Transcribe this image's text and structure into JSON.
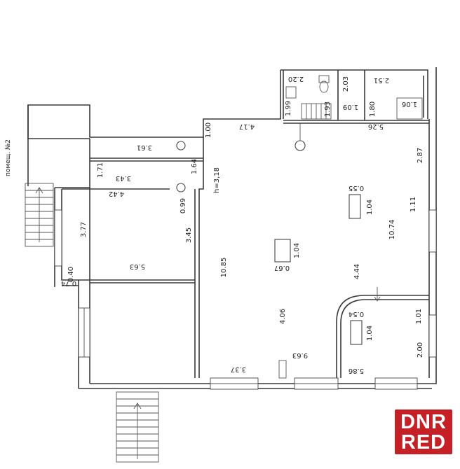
{
  "plan": {
    "side_label": "помещ. №2",
    "ceiling_height": "h=3,18",
    "dimensions": {
      "wc_width": "2.20",
      "wc_depth": "1.99",
      "stair_small": "1.93",
      "room_small_a": "2.03",
      "room_small_b": "2.51",
      "small_1": "1.09",
      "small_2": "1.80",
      "small_3": "1.06",
      "top_wall": "4.17",
      "top_right": "5.26",
      "left_strip": "3.61",
      "top_gap": "1.00",
      "lobby_width": "3.43",
      "lobby_side": "1.71",
      "room_width_top": "4.42",
      "room_height": "3.77",
      "room_corner": "0.99",
      "room_side": "3.45",
      "room_width_bottom": "5.63",
      "corner_a": "0.40",
      "corner_b": "0.74",
      "column_gap": "1.64",
      "right_upper": "2.87",
      "right_mid": "1.11",
      "right_total": "10.74",
      "main_depth": "10.85",
      "center_depth": "4.44",
      "lower_depth": "4.06",
      "bottom_gap": "9.63",
      "bottom_left": "3.37",
      "bottom_right": "5.86",
      "right_bottom": "2.00",
      "right_small": "1.01",
      "col_a_w": "0.55",
      "col_a_h": "1.04",
      "col_b_w": "0.67",
      "col_b_h": "1.04",
      "col_c_w": "0.54",
      "col_c_h": "1.04"
    }
  },
  "logo": {
    "line1": "DNR",
    "line2": "RED",
    "color": "#c42026"
  }
}
